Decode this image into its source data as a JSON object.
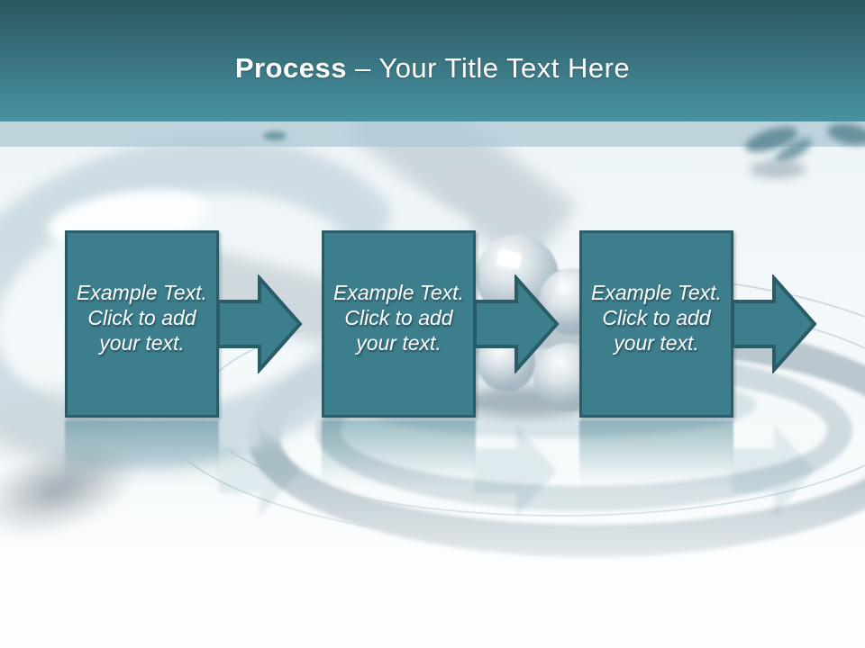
{
  "title": {
    "bold": "Process",
    "rest": " – Your Title Text Here"
  },
  "steps": [
    {
      "lines": [
        "Example Text.",
        "Click to add",
        "your text."
      ]
    },
    {
      "lines": [
        "Example Text.",
        "Click to add",
        "your text."
      ]
    },
    {
      "lines": [
        "Example Text.",
        "Click to add",
        "your text."
      ]
    }
  ],
  "colors": {
    "shape_fill": "#3d7e8c",
    "shape_border": "#2a5c68",
    "header_top": "#2a5660",
    "header_bottom": "#4992a1",
    "title_text": "#ffffff"
  }
}
